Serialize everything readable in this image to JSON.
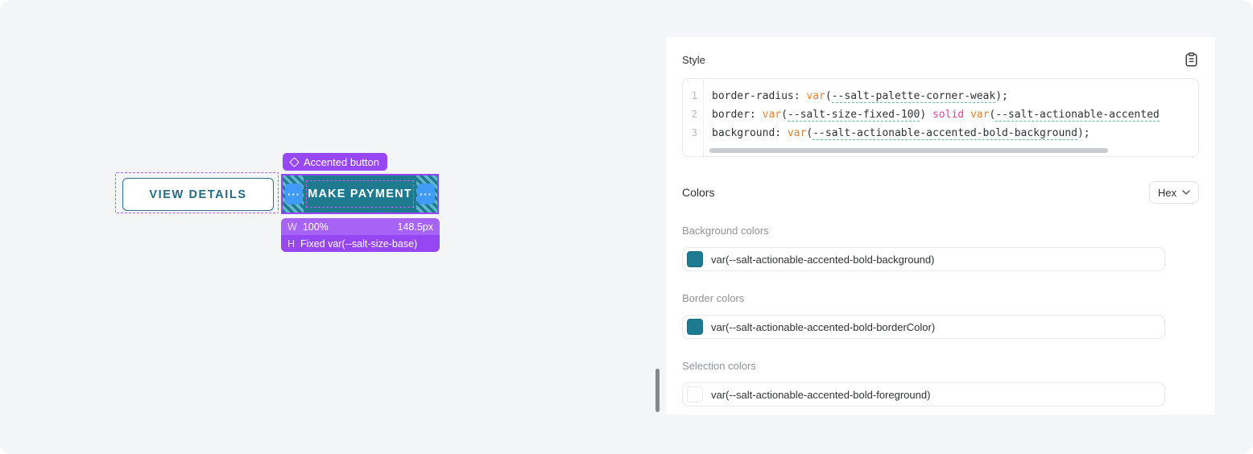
{
  "canvas": {
    "view_details_button": {
      "label": "VIEW DETAILS"
    },
    "make_payment_button": {
      "label": "MAKE PAYMENT",
      "handle_dots": "···"
    },
    "tooltip": {
      "label": "Accented button"
    },
    "measurements": {
      "width_label": "W",
      "width_value": "100%",
      "width_px": "148.5px",
      "height_label": "H",
      "height_value": "Fixed var(--salt-size-base)"
    }
  },
  "panel": {
    "style_section": {
      "title": "Style",
      "code_lines": [
        {
          "number": "1",
          "tokens": [
            {
              "text": "border-radius: ",
              "type": "plain"
            },
            {
              "text": "var",
              "type": "func"
            },
            {
              "text": "(",
              "type": "plain"
            },
            {
              "text": "--salt-palette-corner-weak",
              "type": "varname"
            },
            {
              "text": ");",
              "type": "plain"
            }
          ]
        },
        {
          "number": "2",
          "tokens": [
            {
              "text": "border: ",
              "type": "plain"
            },
            {
              "text": "var",
              "type": "func"
            },
            {
              "text": "(",
              "type": "plain"
            },
            {
              "text": "--salt-size-fixed-100",
              "type": "varname"
            },
            {
              "text": ") ",
              "type": "plain"
            },
            {
              "text": "solid",
              "type": "keyword"
            },
            {
              "text": " ",
              "type": "plain"
            },
            {
              "text": "var",
              "type": "func"
            },
            {
              "text": "(",
              "type": "plain"
            },
            {
              "text": "--salt-actionable-accented",
              "type": "varname"
            }
          ]
        },
        {
          "number": "3",
          "tokens": [
            {
              "text": "background: ",
              "type": "plain"
            },
            {
              "text": "var",
              "type": "func"
            },
            {
              "text": "(",
              "type": "plain"
            },
            {
              "text": "--salt-actionable-accented-bold-background",
              "type": "varname"
            },
            {
              "text": ");",
              "type": "plain"
            }
          ]
        }
      ]
    },
    "colors_section": {
      "title": "Colors",
      "format_dropdown": {
        "value": "Hex"
      },
      "groups": [
        {
          "label": "Background colors",
          "swatch": "#1E7A8F",
          "value": "var(--salt-actionable-accented-bold-background)"
        },
        {
          "label": "Border colors",
          "swatch": "#1E7A8F",
          "value": "var(--salt-actionable-accented-bold-borderColor)"
        },
        {
          "label": "Selection colors",
          "swatch": "#FFFFFF",
          "value": "var(--salt-actionable-accented-bold-foreground)"
        }
      ]
    }
  },
  "theme_colors": {
    "overlay_purple": "#9747F5",
    "button_teal": "#1E7A8F",
    "handle_blue": "#3F9BF5",
    "code_function_orange": "#E08234",
    "code_keyword_pink": "#EA3C9E"
  }
}
